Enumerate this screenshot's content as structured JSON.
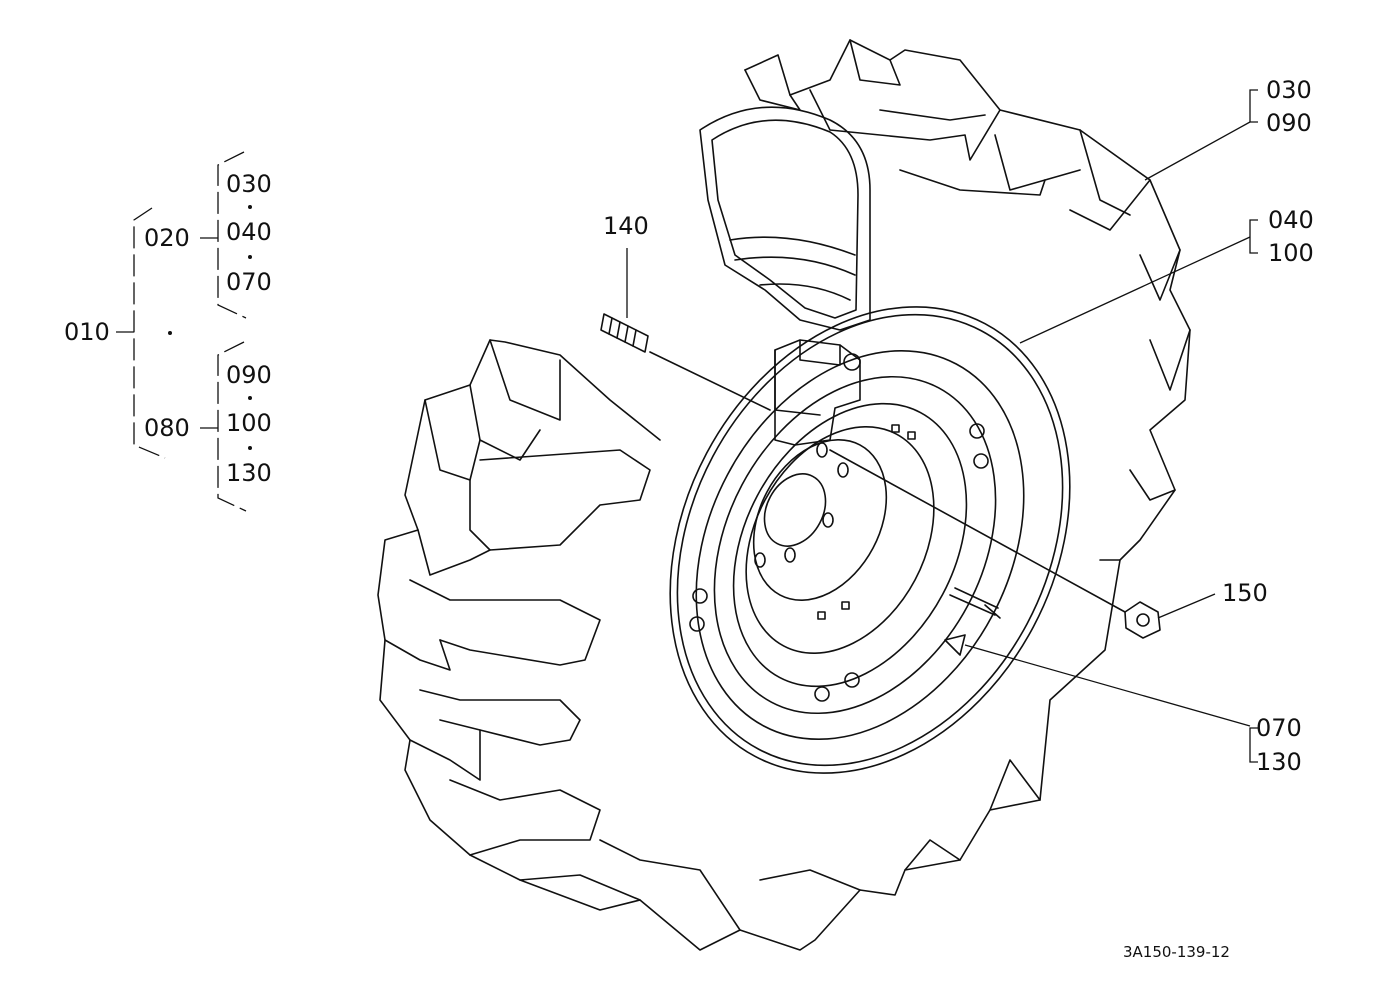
{
  "tree": {
    "root": "010",
    "group_a": {
      "head": "020",
      "items": [
        "030",
        "040",
        "070"
      ]
    },
    "group_b": {
      "head": "080",
      "items": [
        "090",
        "100",
        "130"
      ]
    }
  },
  "callouts": {
    "tire": [
      "030",
      "090"
    ],
    "rim": [
      "040",
      "100"
    ],
    "valve": [
      "070",
      "130"
    ],
    "stud": "140",
    "nut": "150"
  },
  "drawing_code": "3A150-139-12"
}
